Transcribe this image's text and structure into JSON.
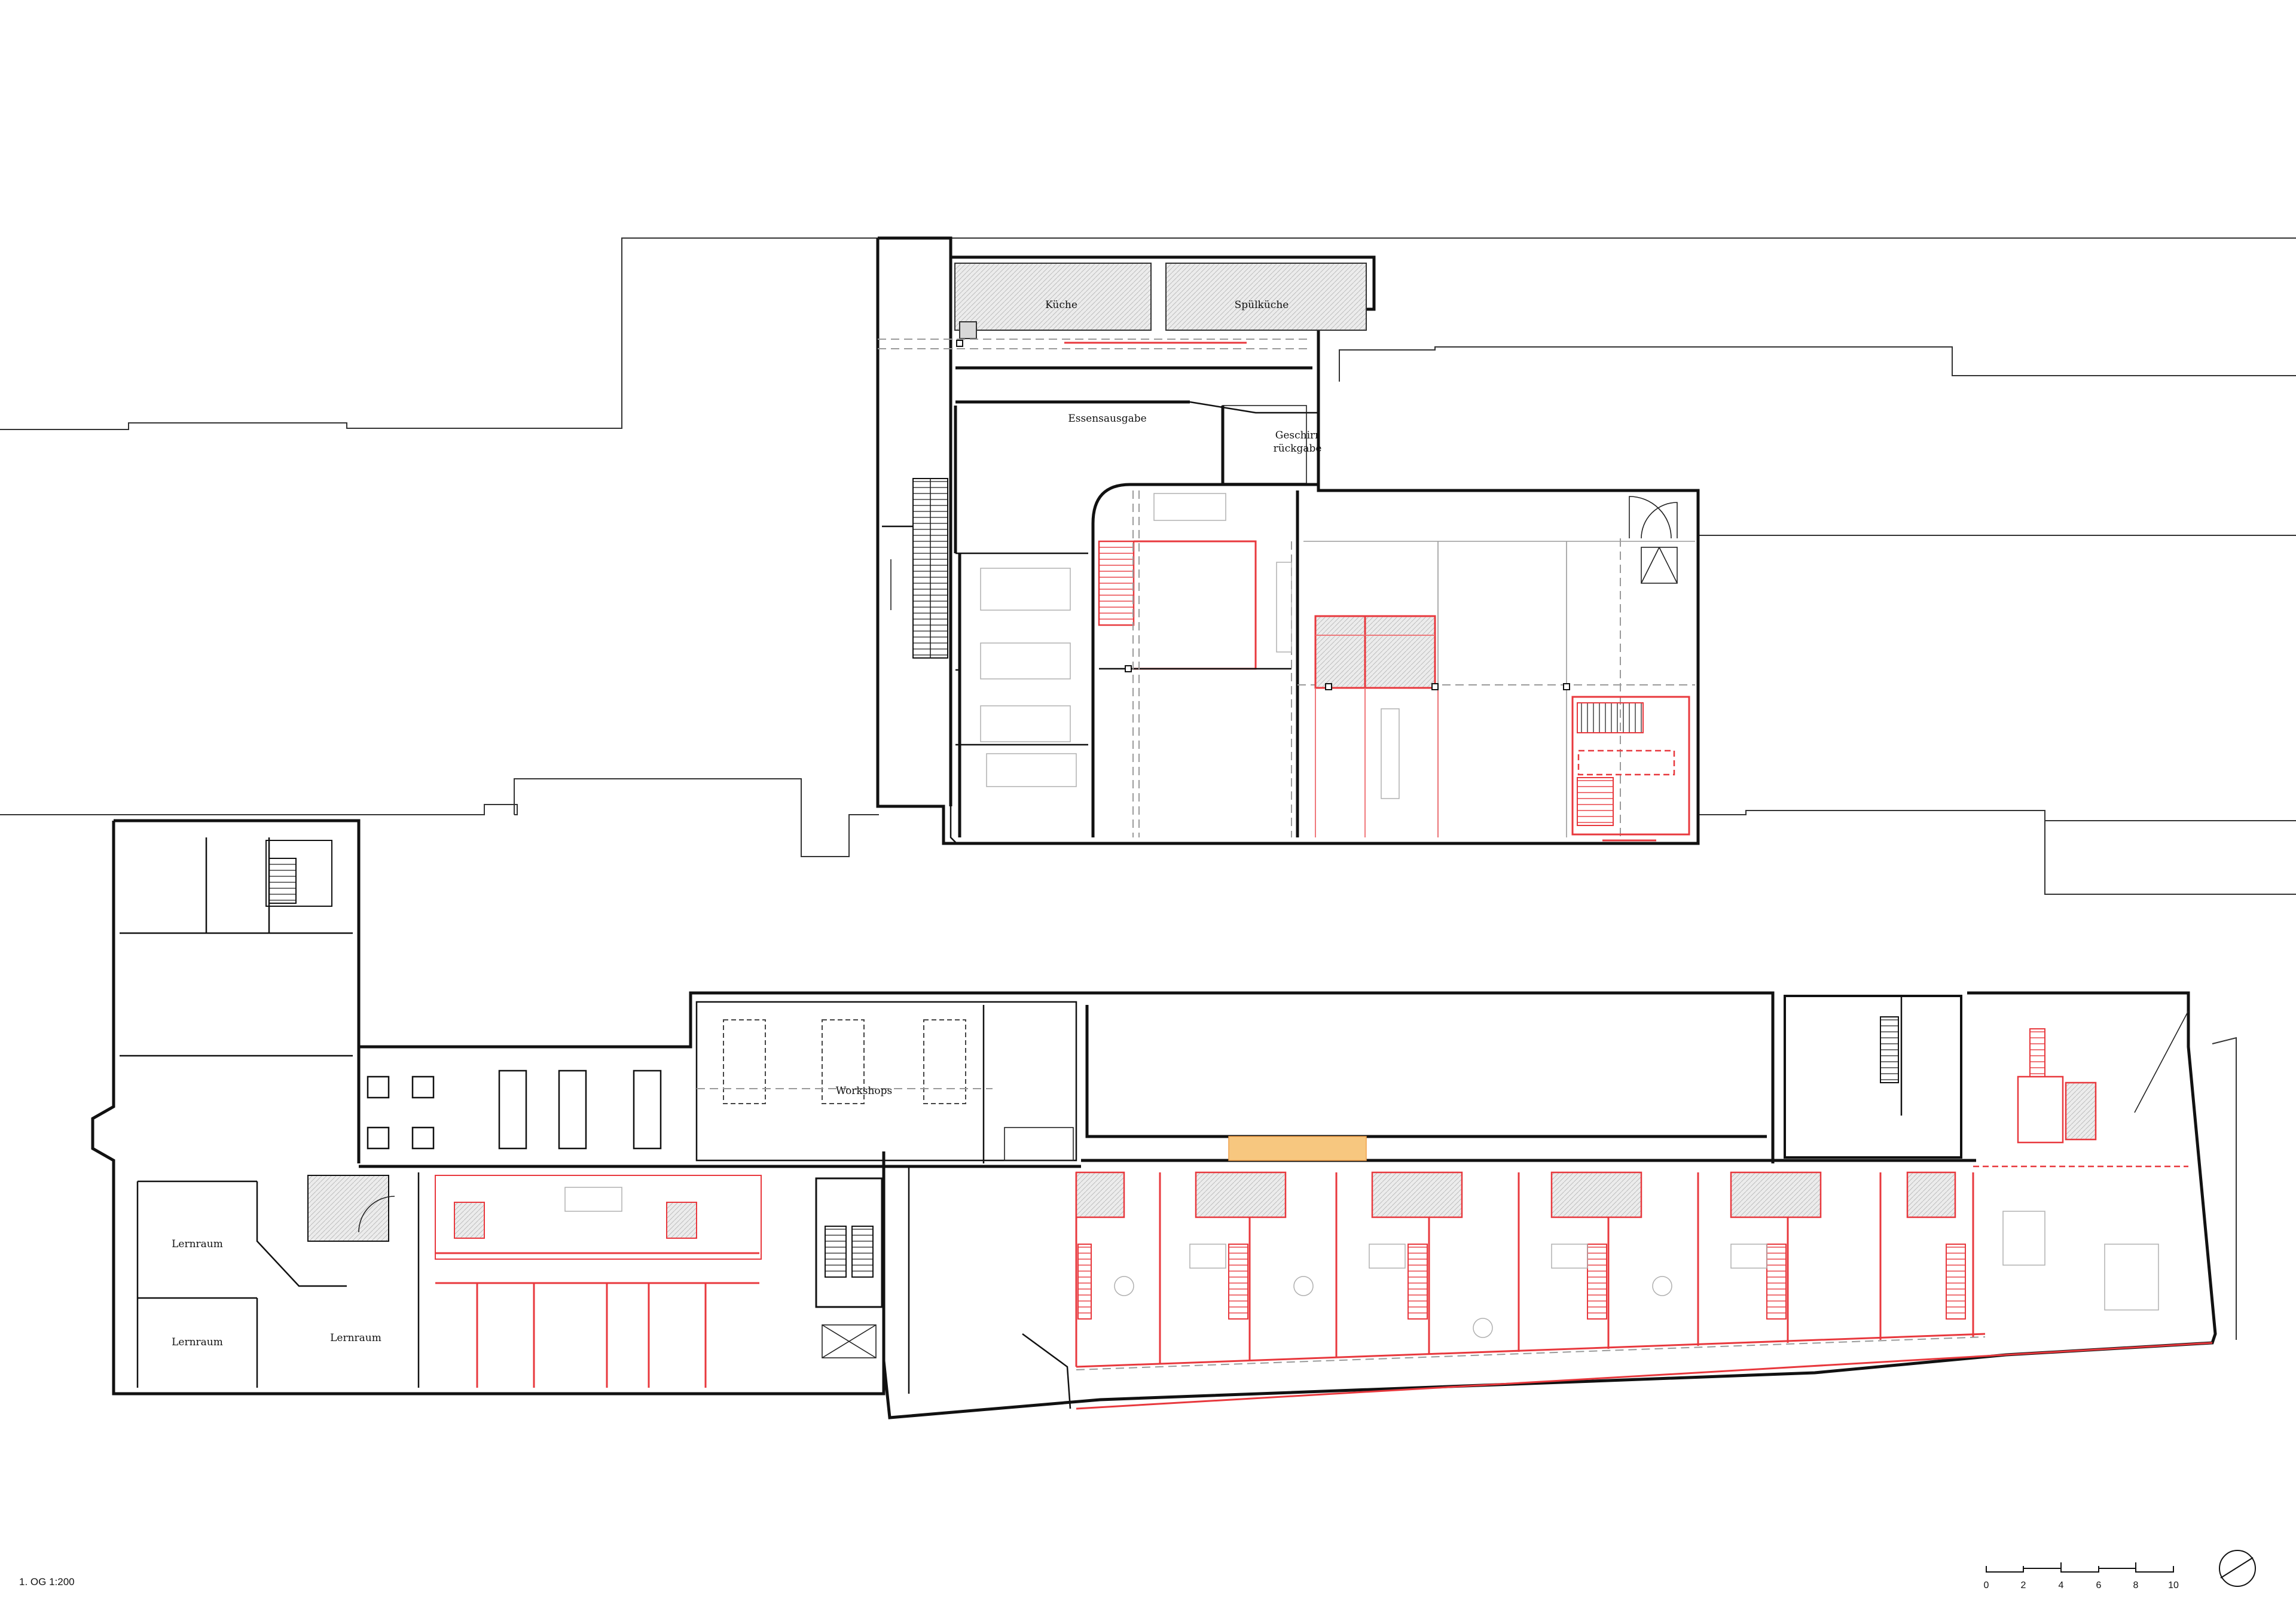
{
  "rooms": {
    "kueche": "Küche",
    "spuelkueche": "Spülküche",
    "essensausgabe": "Essensausgabe",
    "geschirr_1": "Geschirr",
    "geschirr_2": "rückgabe",
    "workshops": "Workshops",
    "lernraum": "Lernraum"
  },
  "caption": "1. OG 1:200",
  "scale_bar": {
    "ticks": [
      "0",
      "2",
      "4",
      "6",
      "8",
      "10"
    ]
  },
  "colors": {
    "walls": "#111111",
    "new_construction": "#e8383d",
    "context": "#333333",
    "highlight": "#f7c77f"
  },
  "icons": {
    "north": "north-arrow-icon"
  }
}
